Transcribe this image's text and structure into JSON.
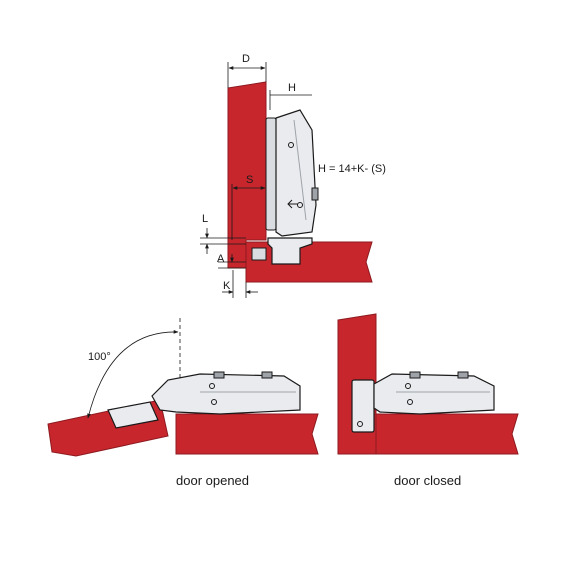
{
  "top_view": {
    "label_D": "D",
    "label_H": "H",
    "label_S": "S",
    "label_L": "L",
    "label_A": "A",
    "label_K": "K",
    "formula": "H = 14+K- (S)"
  },
  "open_view": {
    "angle_label": "100°",
    "caption": "door opened"
  },
  "closed_view": {
    "caption": "door closed"
  },
  "colors": {
    "panel": "#c8262d",
    "panel_edge": "#8e1a1f",
    "metal": "#e9ebee",
    "metal_dark": "#9ea3a9",
    "line": "#1a1a1a"
  }
}
